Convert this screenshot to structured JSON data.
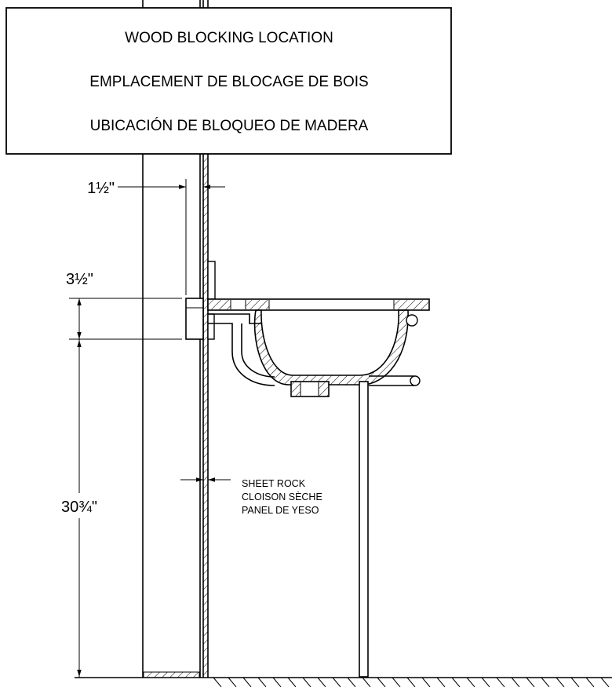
{
  "title_box": {
    "line_en": "WOOD BLOCKING LOCATION",
    "line_fr": "EMPLACEMENT DE BLOCAGE DE BOIS",
    "line_es": "UBICACIÓN DE BLOQUEO DE MADERA"
  },
  "dimensions": {
    "blocking_depth": "1½\"",
    "blocking_height": "3½\"",
    "mount_height": "30¾\""
  },
  "wall_note": {
    "line_en": "SHEET ROCK",
    "line_fr": "CLOISON SÈCHE",
    "line_es": "PANEL DE YESO"
  },
  "colors": {
    "line": "#000000",
    "background": "#ffffff"
  }
}
